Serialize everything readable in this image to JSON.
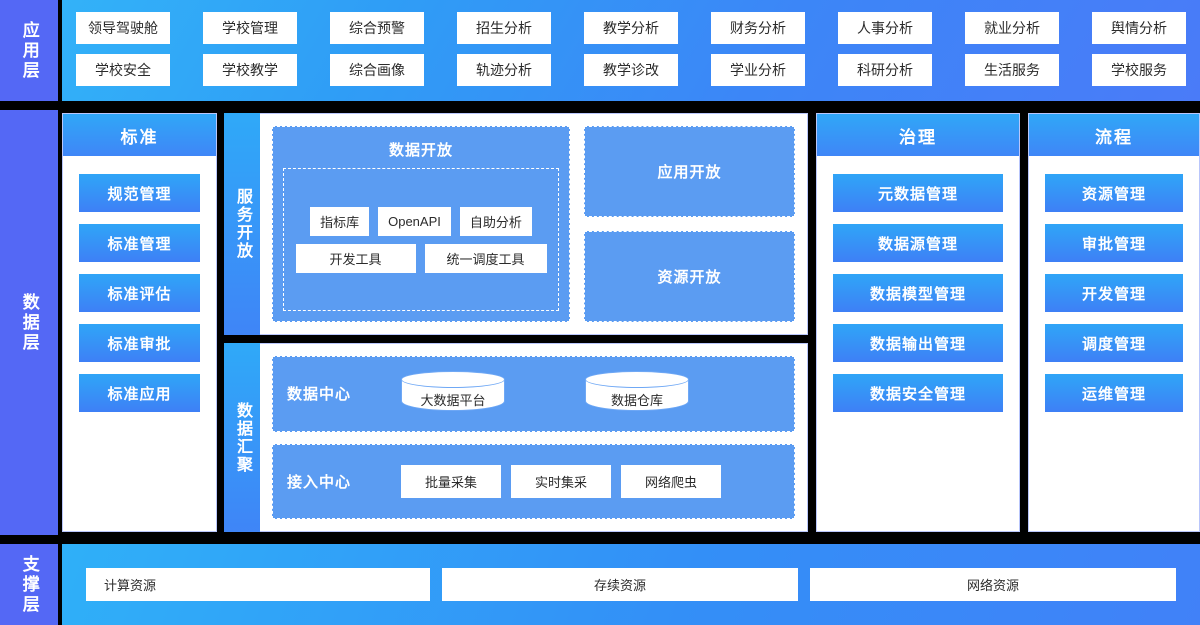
{
  "layers": {
    "application": {
      "label": "应用层"
    },
    "data": {
      "label": "数据层"
    },
    "support": {
      "label": "支撑层"
    }
  },
  "application": {
    "row1": [
      "领导驾驶舱",
      "学校管理",
      "综合预警",
      "招生分析",
      "教学分析",
      "财务分析",
      "人事分析",
      "就业分析",
      "舆情分析"
    ],
    "row2": [
      "学校安全",
      "学校教学",
      "综合画像",
      "轨迹分析",
      "教学诊改",
      "学业分析",
      "科研分析",
      "生活服务",
      "学校服务"
    ]
  },
  "standard": {
    "title": "标准",
    "items": [
      "规范管理",
      "标准管理",
      "标准评估",
      "标准审批",
      "标准应用"
    ]
  },
  "service_open": {
    "label": "服务开放",
    "open_data": {
      "title": "数据开放",
      "row1": [
        "指标库",
        "OpenAPI",
        "自助分析"
      ],
      "row2": [
        "开发工具",
        "统一调度工具"
      ]
    },
    "blocks": [
      "应用开放",
      "资源开放"
    ]
  },
  "aggregate": {
    "label": "数据汇聚",
    "data_center": {
      "label": "数据中心",
      "stores": [
        "大数据平台",
        "数据仓库"
      ]
    },
    "access_center": {
      "label": "接入中心",
      "items": [
        "批量采集",
        "实时集采",
        "网络爬虫"
      ]
    }
  },
  "governance": {
    "title": "治理",
    "items": [
      "元数据管理",
      "数据源管理",
      "数据模型管理",
      "数据输出管理",
      "数据安全管理"
    ]
  },
  "process": {
    "title": "流程",
    "items": [
      "资源管理",
      "审批管理",
      "开发管理",
      "调度管理",
      "运维管理"
    ]
  },
  "support": {
    "items": [
      "计算资源",
      "存续资源",
      "网络资源"
    ]
  },
  "colors": {
    "rail": "#5468f5",
    "banner_start": "#33b2f8",
    "banner_end": "#4a7bf8",
    "panel_accent": "#3e80f6",
    "dashed_fill": "#5b9cf2",
    "chip_bg": "#ffffff",
    "background": "#000000"
  }
}
